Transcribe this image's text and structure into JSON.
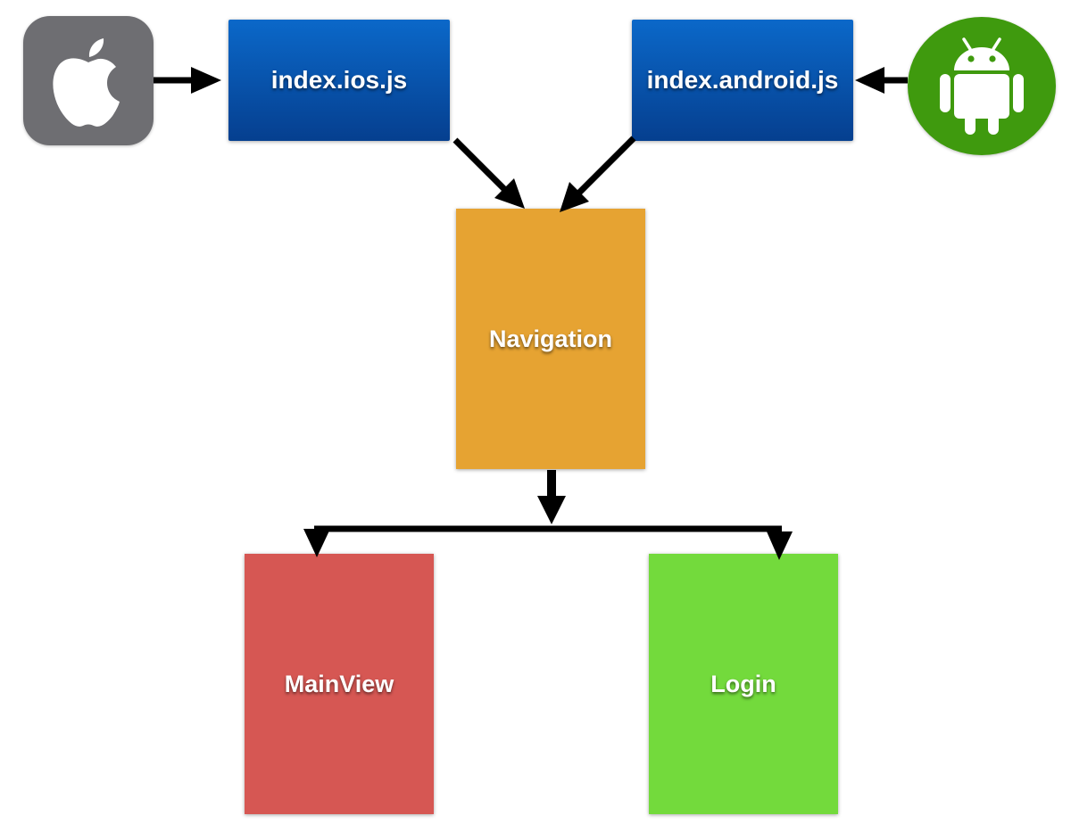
{
  "nodes": {
    "ios": {
      "label": "index.ios.js"
    },
    "android": {
      "label": "index.android.js"
    },
    "navigation": {
      "label": "Navigation"
    },
    "mainview": {
      "label": "MainView"
    },
    "login": {
      "label": "Login"
    }
  },
  "logos": {
    "apple": {
      "icon": "apple-icon",
      "color": "#6e6e72"
    },
    "android": {
      "icon": "android-robot-icon",
      "color": "#3f9a0e"
    }
  },
  "colors": {
    "blue_top": "#0b68c9",
    "blue_bottom": "#053f8f",
    "navigation": "#e6a332",
    "mainview": "#d65753",
    "login": "#73da3c",
    "arrow": "#000000"
  }
}
